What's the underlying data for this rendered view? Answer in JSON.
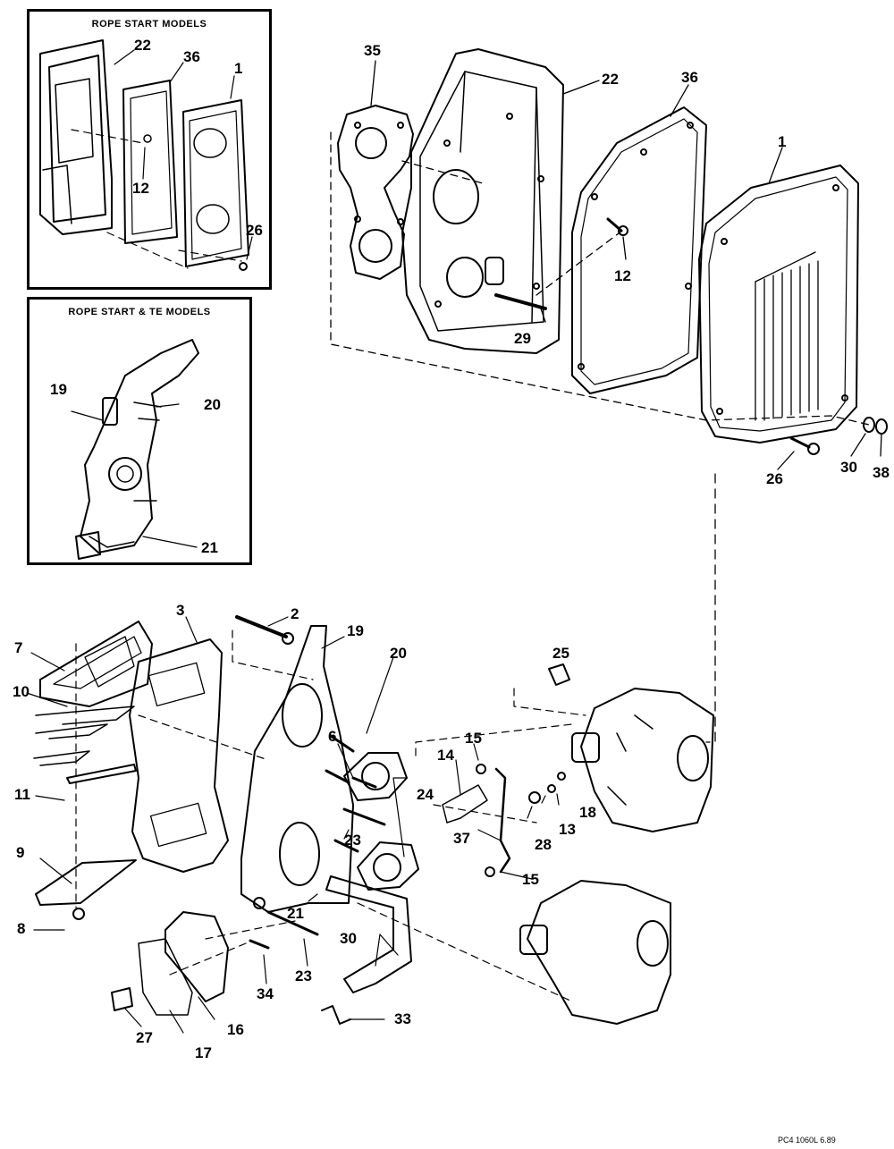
{
  "insets": {
    "rope_start": {
      "title": "ROPE START MODELS"
    },
    "rope_start_te": {
      "title": "ROPE START & TE MODELS"
    }
  },
  "callouts": {
    "inset1": [
      "22",
      "36",
      "1",
      "12",
      "26"
    ],
    "inset2": [
      "19",
      "20",
      "21"
    ],
    "main": [
      "35",
      "22",
      "36",
      "1",
      "12",
      "29",
      "30",
      "38",
      "26",
      "25",
      "2",
      "19",
      "20",
      "3",
      "7",
      "10",
      "11",
      "9",
      "8",
      "6",
      "24",
      "23",
      "21",
      "14",
      "15",
      "15",
      "18",
      "13",
      "28",
      "37",
      "30",
      "23",
      "34",
      "16",
      "17",
      "27",
      "33"
    ]
  },
  "figure_code": "PC4 1060L  6.89"
}
